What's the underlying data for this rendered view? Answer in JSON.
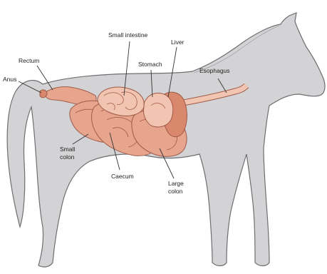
{
  "colors": {
    "background": "#ffffff",
    "horse_fill": "#d3d3d5",
    "horse_stroke": "#6e6e70",
    "organ_fill": "#e8a58e",
    "organ_stroke": "#9e5a47",
    "organ_light": "#f2c4b2",
    "organ_dark": "#d9876d",
    "leader": "#333333",
    "text": "#222222"
  },
  "labels": {
    "small_intestine": "Small intestine",
    "liver": "Liver",
    "stomach": "Stomach",
    "esophagus": "Esophagus",
    "rectum": "Rectum",
    "anus": "Anus",
    "small_colon_line1": "Small",
    "small_colon_line2": "colon",
    "caecum": "Caecum",
    "large_colon_line1": "Large",
    "large_colon_line2": "colon"
  }
}
